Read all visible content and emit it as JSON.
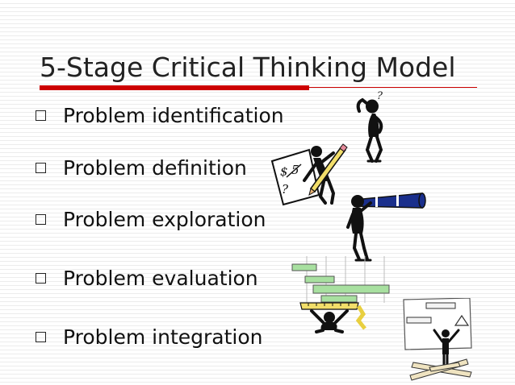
{
  "slide": {
    "title": "5-Stage Critical Thinking Model",
    "bullets": [
      {
        "label": "Problem identification",
        "icon": "hollow-square-bullet-icon"
      },
      {
        "label": "Problem definition",
        "icon": "hollow-square-bullet-icon"
      },
      {
        "label": "Problem exploration",
        "icon": "hollow-square-bullet-icon"
      },
      {
        "label": "Problem evaluation",
        "icon": "hollow-square-bullet-icon"
      },
      {
        "label": "Problem integration",
        "icon": "hollow-square-bullet-icon"
      }
    ]
  },
  "clipart": {
    "thinker": {
      "icon": "thinking-figure-icon",
      "mark": "?"
    },
    "writer": {
      "icon": "figure-writing-on-easel-icon",
      "marks": [
        "$",
        "5",
        "?"
      ]
    },
    "telescope": {
      "icon": "figure-with-telescope-icon"
    },
    "chart": {
      "icon": "figure-holding-gantt-chart-icon"
    },
    "assembler": {
      "icon": "figure-assembling-diagram-icon"
    }
  },
  "colors": {
    "accent_red": "#cc0000",
    "title_text": "#222222",
    "body_text": "#111111",
    "bar_green": "#a8e0a0",
    "telescope_blue": "#1a2f8c",
    "ruler_yellow": "#f2de6a",
    "plank_tan": "#efe3c0"
  }
}
